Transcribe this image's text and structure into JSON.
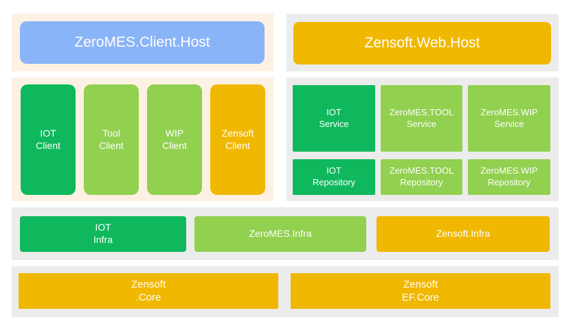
{
  "top": {
    "client_host": "ZeroMES.Client.Host",
    "web_host": "Zensoft.Web.Host"
  },
  "clients": [
    "IOT\nClient",
    "Tool\nClient",
    "WIP\nClient",
    "Zensoft\nClient"
  ],
  "services": [
    "IOT\nService",
    "ZeroMES.TOOL\nService",
    "ZeroMES.WIP\nService"
  ],
  "repositories": [
    "IOT\nRepository",
    "ZeroMES.TOOL\nRepository",
    "ZeroMES.WIP\nRepository"
  ],
  "infra": [
    "IOT\nInfra",
    "ZeroMES.Infra",
    "Zensoft.Infra"
  ],
  "core": [
    "Zensoft\n.Core",
    "Zensoft\nEF.Core"
  ],
  "colors": {
    "client_host_blue": "#8ab4f8",
    "dark_green": "#0fb85d",
    "light_green": "#92d050",
    "gold": "#f0b800",
    "peach_panel": "#fdf1e3",
    "grey_panel": "#ececec"
  }
}
